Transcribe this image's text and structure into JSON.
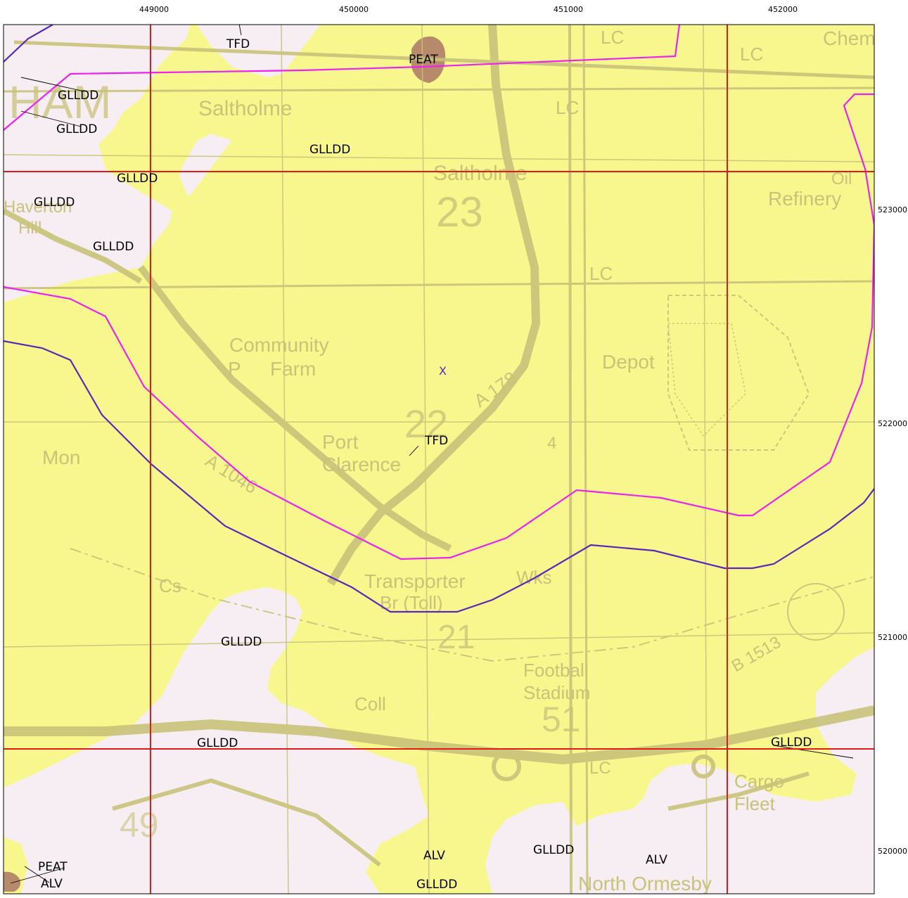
{
  "colors": {
    "superficial_fill": "#f8f78e",
    "bedrock_fill": "#f6eef2",
    "peat_fill": "#b68a6a",
    "grid_line": "#e11a1a",
    "magenta_boundary": "#ee22ee",
    "purple_boundary": "#5a28b8",
    "base_map_ink": "#c9c27a"
  },
  "axis": {
    "x_ticks": [
      "449000",
      "450000",
      "451000",
      "452000"
    ],
    "y_ticks": [
      "523000",
      "522000",
      "521000",
      "520000"
    ]
  },
  "site_marker": "X",
  "geology_labels": [
    {
      "id": "gl1",
      "text": "TFD"
    },
    {
      "id": "gl2",
      "text": "PEAT"
    },
    {
      "id": "gl3",
      "text": "GLLDD"
    },
    {
      "id": "gl4",
      "text": "GLLDD"
    },
    {
      "id": "gl5",
      "text": "GLLDD"
    },
    {
      "id": "gl6",
      "text": "GLLDD"
    },
    {
      "id": "gl7",
      "text": "GLLDD"
    },
    {
      "id": "gl8",
      "text": "GLLDD"
    },
    {
      "id": "gl9",
      "text": "TFD"
    },
    {
      "id": "gl10",
      "text": "GLLDD"
    },
    {
      "id": "gl11",
      "text": "GLLDD"
    },
    {
      "id": "gl12",
      "text": "GLLDD"
    },
    {
      "id": "gl13",
      "text": "PEAT"
    },
    {
      "id": "gl14",
      "text": "ALV"
    },
    {
      "id": "gl15",
      "text": "ALV"
    },
    {
      "id": "gl16",
      "text": "GLLDD"
    },
    {
      "id": "gl17",
      "text": "ALV"
    },
    {
      "id": "gl18",
      "text": "GLLDD"
    }
  ],
  "base_map_labels": [
    {
      "id": "b1",
      "text": "Saltholme"
    },
    {
      "id": "b2",
      "text": "HAM"
    },
    {
      "id": "b3",
      "text": "Saltholme"
    },
    {
      "id": "b4",
      "text": "23"
    },
    {
      "id": "b5",
      "text": "Community"
    },
    {
      "id": "b6",
      "text": "Farm"
    },
    {
      "id": "b7",
      "text": "P"
    },
    {
      "id": "b8",
      "text": "22"
    },
    {
      "id": "b9",
      "text": "Port"
    },
    {
      "id": "b10",
      "text": "Clarence"
    },
    {
      "id": "b11",
      "text": "Depot"
    },
    {
      "id": "b12",
      "text": "Refinery"
    },
    {
      "id": "b13",
      "text": "LC"
    },
    {
      "id": "b14",
      "text": "LC"
    },
    {
      "id": "b15",
      "text": "LC"
    },
    {
      "id": "b16",
      "text": "LC"
    },
    {
      "id": "b17",
      "text": "Transporter"
    },
    {
      "id": "b18",
      "text": "Br (Toll)"
    },
    {
      "id": "b19",
      "text": "Wks"
    },
    {
      "id": "b20",
      "text": "21"
    },
    {
      "id": "b21",
      "text": "Football"
    },
    {
      "id": "b22",
      "text": "Stadium"
    },
    {
      "id": "b23",
      "text": "Coll"
    },
    {
      "id": "b24",
      "text": "51"
    },
    {
      "id": "b25",
      "text": "Mon"
    },
    {
      "id": "b26",
      "text": "Haverton"
    },
    {
      "id": "b27",
      "text": "Hill"
    },
    {
      "id": "b28",
      "text": "A 1046"
    },
    {
      "id": "b29",
      "text": "A 178"
    },
    {
      "id": "b30",
      "text": "Cargo"
    },
    {
      "id": "b31",
      "text": "Fleet"
    },
    {
      "id": "b32",
      "text": "North Ormesby"
    },
    {
      "id": "b33",
      "text": "Chem"
    },
    {
      "id": "b34",
      "text": "Oil"
    },
    {
      "id": "b35",
      "text": "B 1513"
    },
    {
      "id": "b36",
      "text": "49"
    },
    {
      "id": "b37",
      "text": "Cs"
    },
    {
      "id": "b38",
      "text": "4"
    },
    {
      "id": "b39",
      "text": "LC"
    }
  ]
}
